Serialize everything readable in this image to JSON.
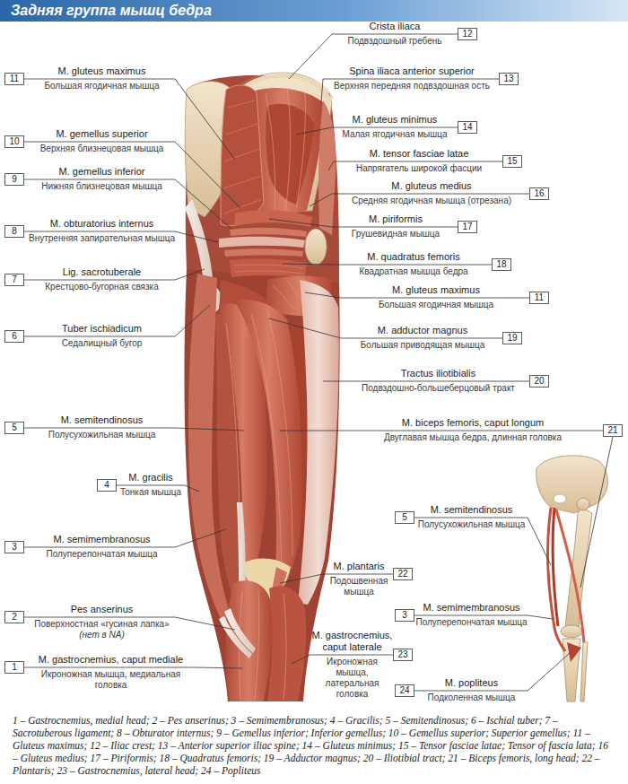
{
  "diagram": {
    "title": "Задняя группа мышц бедра",
    "caption": "1 – Gastrocnemius, medial head; 2 – Pes anserinus; 3 – Semimembranosus; 4 – Gracilis; 5 – Semitendinosus; 6 – Ischial tuber; 7 – Sacrotuberous ligament; 8 – Obturator internus; 9 – Gemellus inferior; Inferior gemellus; 10 – Gemellus superior; Superior gemellus; 11 – Gluteus maximus; 12 – Iliac crest; 13 – Anterior superior iliac spine; 14 – Gluteus minimus; 15 – Tensor fasciae latae; Tensor of fascia lata; 16 – Gluteus medius; 17 – Piriformis; 18 – Quadratus femoris; 19 – Adductor magnus; 20 – Iliotibial tract; 21 – Biceps femoris, long head; 22 – Plantaris; 23 – Gastrocnemius, lateral head; 24 – Popliteus",
    "nodes": [
      {
        "text": [
          "11"
        ]
      },
      {
        "text": [
          "10"
        ]
      },
      {
        "text": [
          "9"
        ]
      },
      {
        "text": [
          "8"
        ]
      },
      {
        "text": [
          "7"
        ]
      },
      {
        "text": [
          "6"
        ]
      },
      {
        "text": [
          "5"
        ]
      },
      {
        "text": [
          "4"
        ]
      },
      {
        "text": [
          "3"
        ]
      },
      {
        "text": [
          "2"
        ]
      },
      {
        "text": [
          "1"
        ]
      },
      {
        "text": [
          "12"
        ]
      },
      {
        "text": [
          "13"
        ]
      },
      {
        "text": [
          "14"
        ]
      },
      {
        "text": [
          "15"
        ]
      },
      {
        "text": [
          "16"
        ]
      },
      {
        "text": [
          "17"
        ]
      },
      {
        "text": [
          "18"
        ]
      },
      {
        "text": [
          "11"
        ]
      },
      {
        "text": [
          "19"
        ]
      },
      {
        "text": [
          "20"
        ]
      },
      {
        "text": [
          "21"
        ]
      },
      {
        "text": [
          "22"
        ]
      },
      {
        "text": [
          "23"
        ]
      },
      {
        "text": [
          "5"
        ]
      },
      {
        "text": [
          "3"
        ]
      },
      {
        "text": [
          "24"
        ]
      }
    ],
    "labels": [
      "M. gluteus maximus",
      "Большая ягодичная мышца",
      "M. gemellus superior",
      "Верхняя близнецовая мышца",
      "M. gemellus inferior",
      "Нижняя близнецовая мышца",
      "M. obturatorius internus",
      "Внутренняя запирательная мышца",
      "Lig. sacrotuberale",
      "Крестцово-бугорная связка",
      "Tuber ischiadicum",
      "Седалищный бугор",
      "M. semitendinosus",
      "Полусухожильная мышца",
      "M. gracilis",
      "Тонкая мышца",
      "M. semimembranosus",
      "Полуперепончатая мышца",
      "Pes anserinus",
      "Поверхностная «гусиная лапка»",
      "(нет в NA)",
      "M. gastrocnemius, caput mediale",
      "Икроножная мышца, медиальная головка",
      "Crista iliaca",
      "Подвздошный гребень",
      "Spina iliaca anterior superior",
      "Верхняя передняя подвздошная ость",
      "M. gluteus minimus",
      "Малая ягодичная мышца",
      "M. tensor fasciae latae",
      "Напрягатель широкой фасции",
      "M. gluteus medius",
      "Средняя ягодичная мышца (отрезана)",
      "M. piriformis",
      "Грушевидная мышца",
      "M. quadratus femoris",
      "Квадратная мышца бедра",
      "M. gluteus maximus",
      "Большая ягодичная мышца",
      "M. adductor magnus",
      "Большая приводящая мышца",
      "Tractus iliotibialis",
      "Подвздошно-большеберцовый тракт",
      "M. biceps femoris, caput longum",
      "Двуглавая мышца бедра, длинная головка",
      "M. plantaris",
      "Подошвенная мышца",
      "M. gastrocnemius, caput laterale",
      "Икроножная мышца, латеральная головка",
      "M. semitendinosus",
      "Полусухожильная мышца",
      "M. semimembranosus",
      "Полуперепончатая мышца",
      "M. popliteus",
      "Подколенная мышца"
    ]
  }
}
